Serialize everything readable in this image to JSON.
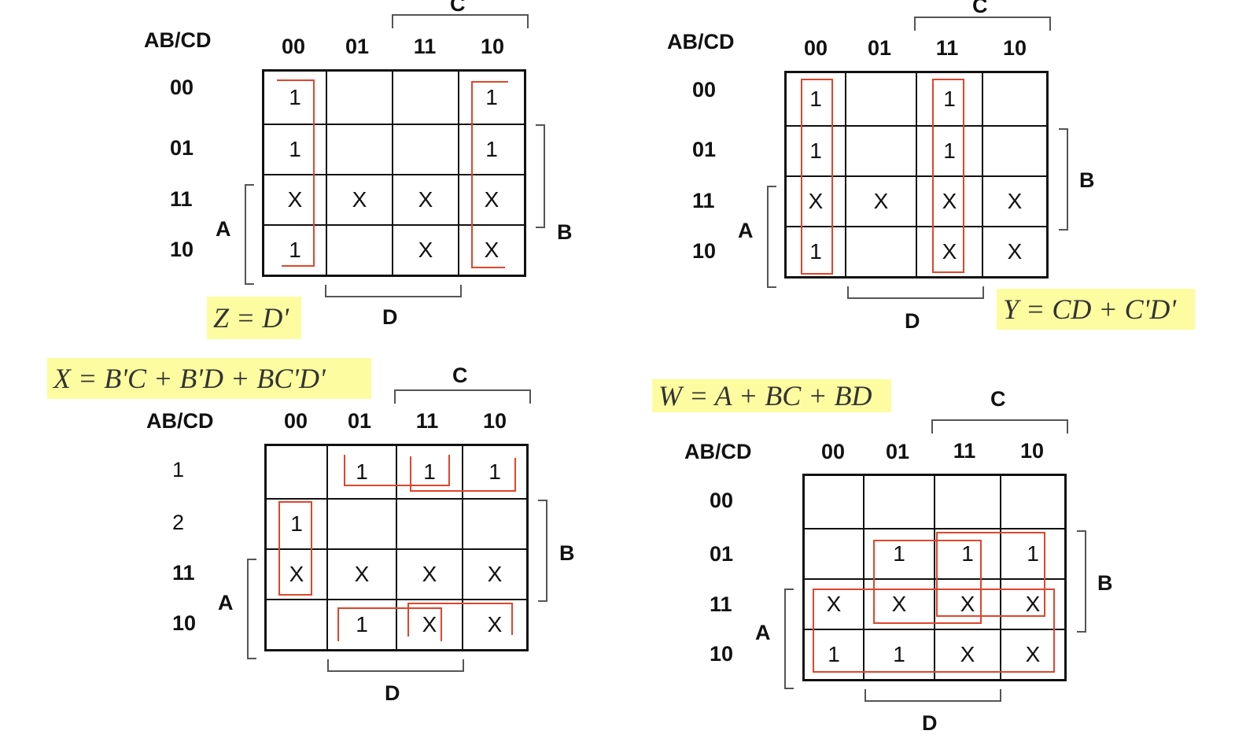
{
  "corner_label": "AB/CD",
  "col_labels": [
    "00",
    "01",
    "11",
    "10"
  ],
  "var_labels": {
    "A": "A",
    "B": "B",
    "C": "C",
    "D": "D"
  },
  "loop_color": "#e0452c",
  "equation_bg": "#fdfca0",
  "maps": [
    {
      "id": "Z",
      "equation": "Z = D'",
      "row_labels": [
        "00",
        "01",
        "11",
        "10"
      ],
      "cells": [
        [
          "1",
          "",
          "",
          "1"
        ],
        [
          "1",
          "",
          "",
          "1"
        ],
        [
          "X",
          "X",
          "X",
          "X"
        ],
        [
          "1",
          "",
          "X",
          "X"
        ]
      ]
    },
    {
      "id": "Y",
      "equation": "Y = CD + C'D'",
      "row_labels": [
        "00",
        "01",
        "11",
        "10"
      ],
      "cells": [
        [
          "1",
          "",
          "1",
          ""
        ],
        [
          "1",
          "",
          "1",
          ""
        ],
        [
          "X",
          "X",
          "X",
          "X"
        ],
        [
          "1",
          "",
          "X",
          "X"
        ]
      ]
    },
    {
      "id": "X",
      "equation": "X = B'C + B'D + BC'D'",
      "row_labels": [
        "1",
        "2",
        "11",
        "10"
      ],
      "cells": [
        [
          "",
          "1",
          "1",
          "1"
        ],
        [
          "1",
          "",
          "",
          ""
        ],
        [
          "X",
          "X",
          "X",
          "X"
        ],
        [
          "",
          "1",
          "X",
          "X"
        ]
      ]
    },
    {
      "id": "W",
      "equation": "W = A + BC + BD",
      "row_labels": [
        "00",
        "01",
        "11",
        "10"
      ],
      "cells": [
        [
          "",
          "",
          "",
          ""
        ],
        [
          "",
          "1",
          "1",
          "1"
        ],
        [
          "X",
          "X",
          "X",
          "X"
        ],
        [
          "1",
          "1",
          "X",
          "X"
        ]
      ]
    }
  ]
}
